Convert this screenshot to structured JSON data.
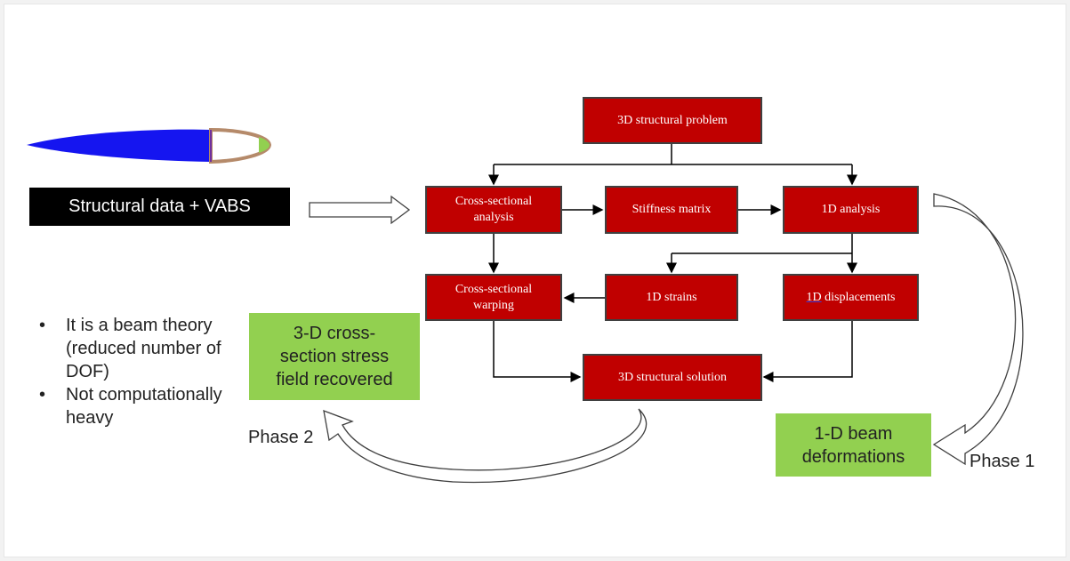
{
  "input": {
    "label": "Structural data + VABS"
  },
  "boxes": {
    "problem": "3D structural problem",
    "cross_analysis": "Cross-sectional\nanalysis",
    "stiffness": "Stiffness matrix",
    "analysis_1d": "1D analysis",
    "warping": "Cross-sectional\nwarping",
    "strains": "1D strains",
    "displacements_prefix": "1D",
    "displacements_rest": " displacements",
    "solution": "3D structural solution"
  },
  "results": {
    "stress_field": "3-D cross-\nsection stress\nfield recovered",
    "beam_deformations": "1-D beam\ndeformations"
  },
  "bullets": [
    "It is a beam theory (reduced number of DOF)",
    "Not computationally heavy"
  ],
  "phases": {
    "phase1": "Phase 1",
    "phase2": "Phase 2"
  },
  "colors": {
    "box_red": "#c00000",
    "result_green": "#92d050",
    "airfoil_blue": "#1515f0"
  }
}
